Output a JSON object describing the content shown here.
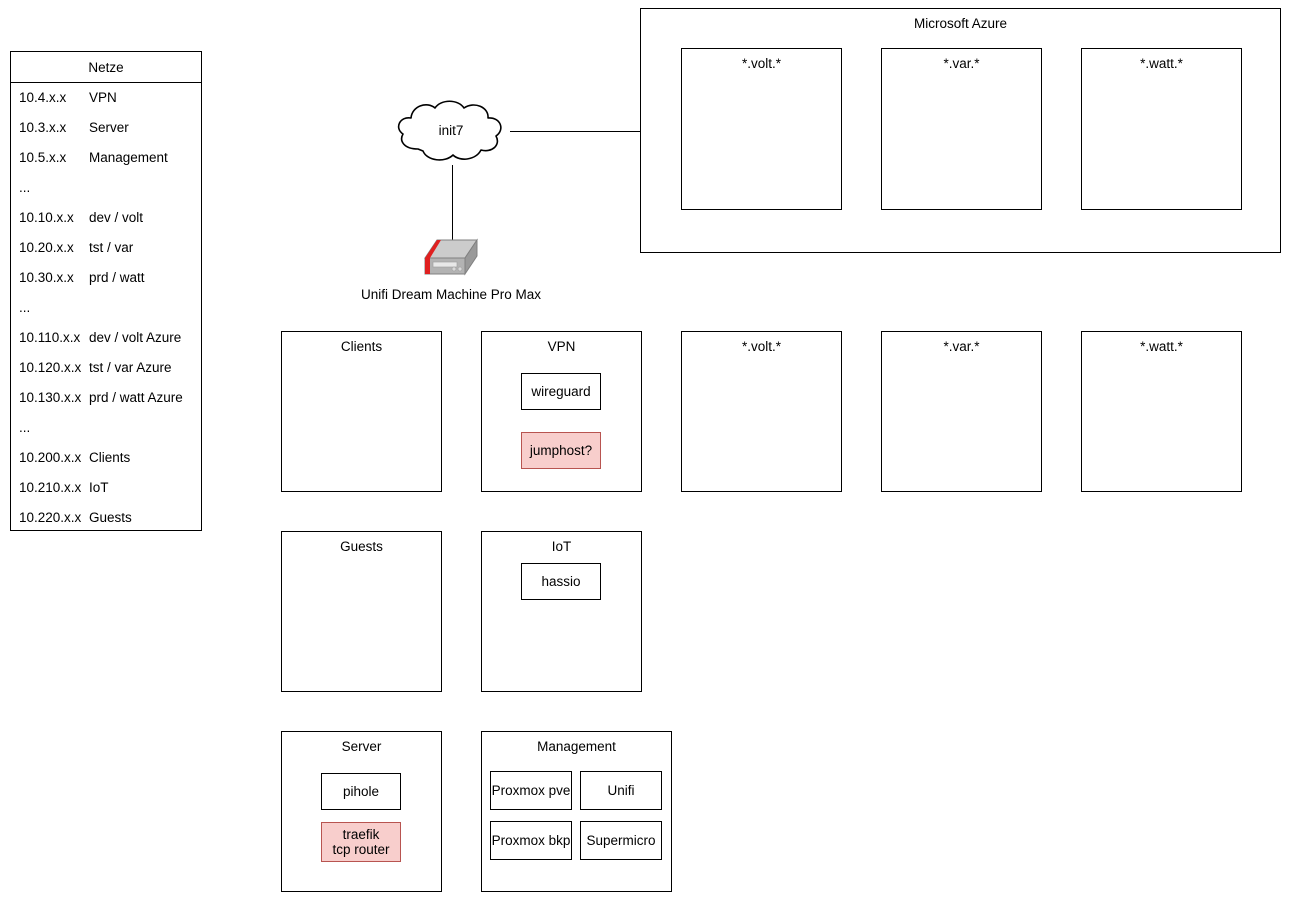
{
  "legend": {
    "title": "Netze",
    "rows": [
      {
        "cidr": "10.4.x.x",
        "label": "VPN"
      },
      {
        "cidr": "10.3.x.x",
        "label": "Server"
      },
      {
        "cidr": "10.5.x.x",
        "label": "Management"
      },
      {
        "cidr": "...",
        "label": ""
      },
      {
        "cidr": "10.10.x.x",
        "label": "dev / volt"
      },
      {
        "cidr": "10.20.x.x",
        "label": "tst / var"
      },
      {
        "cidr": "10.30.x.x",
        "label": "prd / watt"
      },
      {
        "cidr": "...",
        "label": ""
      },
      {
        "cidr": "10.110.x.x",
        "label": "dev / volt Azure"
      },
      {
        "cidr": "10.120.x.x",
        "label": "tst / var Azure"
      },
      {
        "cidr": "10.130.x.x",
        "label": "prd / watt Azure"
      },
      {
        "cidr": "...",
        "label": ""
      },
      {
        "cidr": "10.200.x.x",
        "label": "Clients"
      },
      {
        "cidr": "10.210.x.x",
        "label": "IoT"
      },
      {
        "cidr": "10.220.x.x",
        "label": "Guests"
      }
    ]
  },
  "cloud": {
    "label": "init7"
  },
  "router": {
    "caption": "Unifi Dream Machine Pro Max"
  },
  "azure": {
    "title": "Microsoft Azure",
    "zones": [
      {
        "title": "*.volt.*"
      },
      {
        "title": "*.var.*"
      },
      {
        "title": "*.watt.*"
      }
    ]
  },
  "vlans": [
    {
      "title": "Clients",
      "nodes": []
    },
    {
      "title": "VPN",
      "nodes": [
        {
          "label": "wireguard",
          "accent": false
        },
        {
          "label": "jumphost?",
          "accent": true
        }
      ]
    },
    {
      "title": "*.volt.*",
      "nodes": []
    },
    {
      "title": "*.var.*",
      "nodes": []
    },
    {
      "title": "*.watt.*",
      "nodes": []
    },
    {
      "title": "Guests",
      "nodes": []
    },
    {
      "title": "IoT",
      "nodes": [
        {
          "label": "hassio",
          "accent": false
        }
      ]
    },
    {
      "title": "Server",
      "nodes": [
        {
          "label": "pihole",
          "accent": false
        },
        {
          "label": "traefik\ntcp router",
          "accent": true
        }
      ]
    },
    {
      "title": "Management",
      "nodes": [
        {
          "label": "Proxmox pve",
          "accent": false
        },
        {
          "label": "Unifi",
          "accent": false
        },
        {
          "label": "Proxmox bkp",
          "accent": false
        },
        {
          "label": "Supermicro",
          "accent": false
        }
      ]
    }
  ],
  "colors": {
    "stroke": "#000000",
    "background": "#ffffff",
    "accent_fill": "#f8cecc",
    "accent_stroke": "#b85450",
    "device_top": "#cccccc",
    "device_side": "#999999",
    "device_accent": "#e02020"
  }
}
